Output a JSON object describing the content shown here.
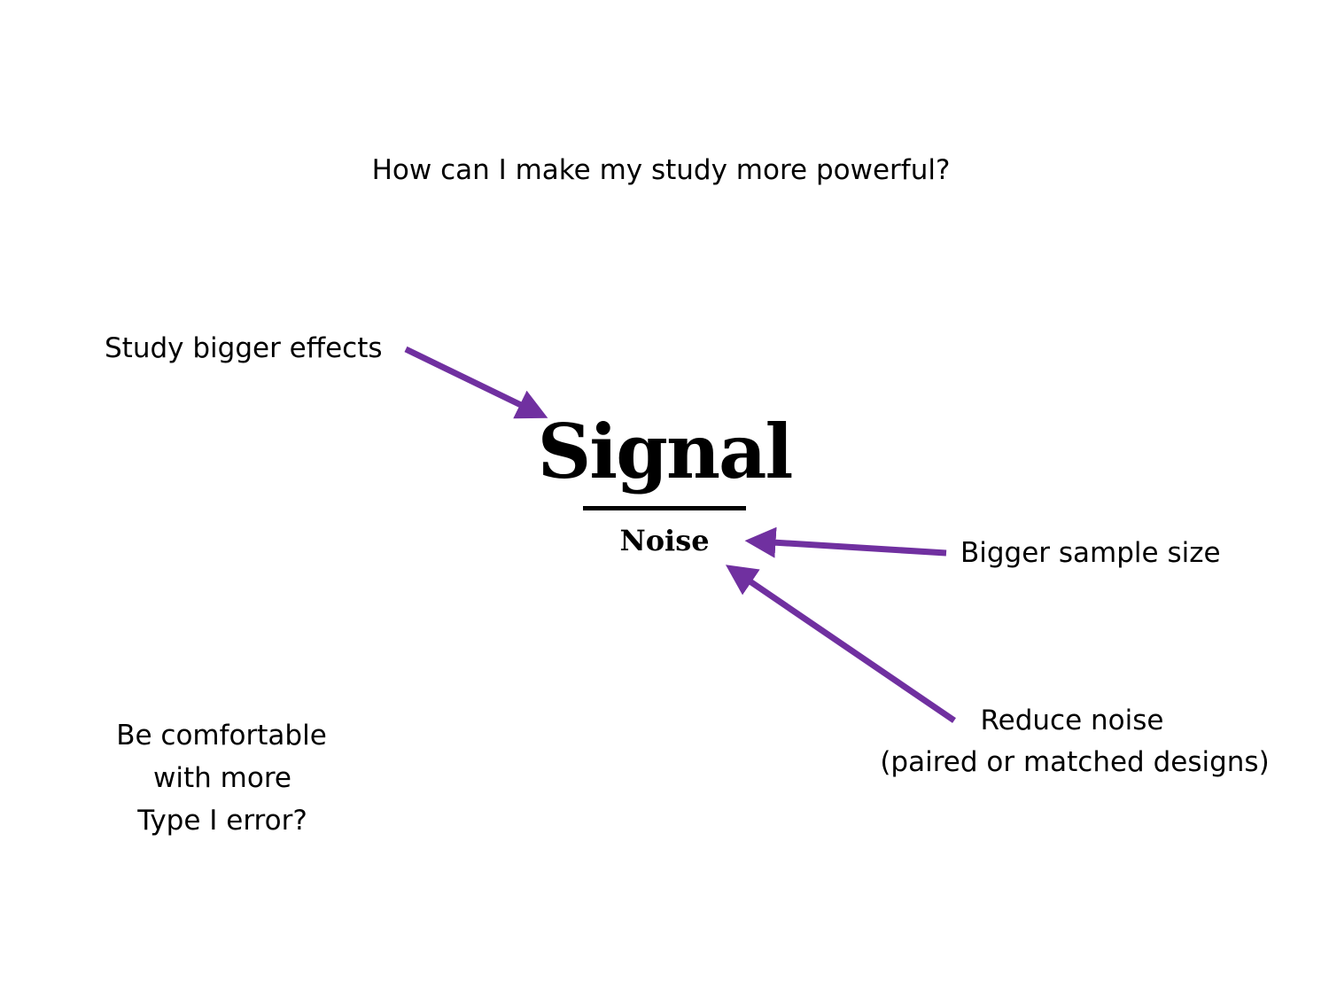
{
  "title": "How can I make my study more powerful?",
  "fraction": {
    "numerator": "Signal",
    "denominator": "Noise"
  },
  "labels": {
    "bigger_effects": "Study bigger effects",
    "sample_size": "Bigger sample size",
    "reduce_noise_line1": "Reduce noise",
    "reduce_noise_line2": "(paired or matched designs)",
    "type1_line1": "Be comfortable",
    "type1_line2": "with more",
    "type1_line3": "Type I error?"
  },
  "colors": {
    "arrow": "#7030A0"
  }
}
